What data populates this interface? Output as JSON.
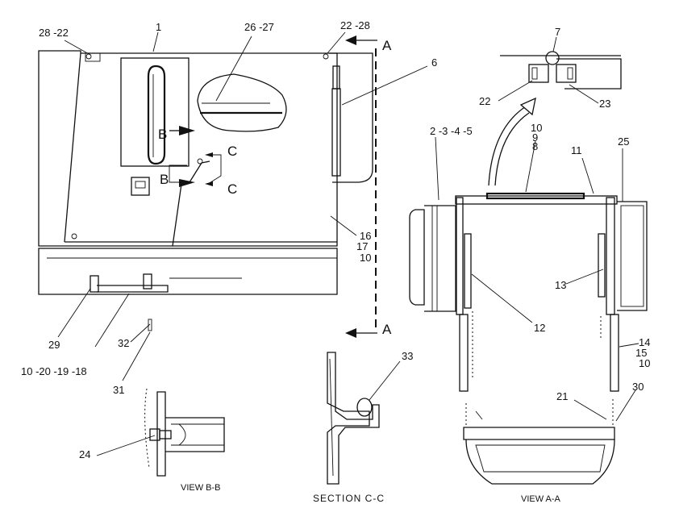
{
  "views": {
    "view_bb": "VIEW B-B",
    "section_cc": "SECTION C-C",
    "view_aa": "VIEW A-A"
  },
  "section_markers": {
    "a_top": "A",
    "a_bottom": "A",
    "b_upper": "B",
    "b_lower": "B",
    "c_upper": "C",
    "c_lower": "C"
  },
  "callouts": {
    "c28_22": "28 -22",
    "c1": "1",
    "c26_27": "26 -27",
    "c22_28": "22 -28",
    "c6": "6",
    "c16": "16",
    "c17": "17",
    "c10_main": "10",
    "c29": "29",
    "c10_20_19_18": "10 -20  -19 -18",
    "c32": "32",
    "c31": "31",
    "c24": "24",
    "c33": "33",
    "c7": "7",
    "c22_top": "22",
    "c23": "23",
    "c2_3_4_5": "2 -3 -4 -5",
    "c10_top": "10",
    "c9": "9",
    "c8": "8",
    "c11": "11",
    "c25": "25",
    "c13": "13",
    "c12": "12",
    "c14": "14",
    "c15": "15",
    "c10_right": "10",
    "c21": "21",
    "c30": "30"
  }
}
